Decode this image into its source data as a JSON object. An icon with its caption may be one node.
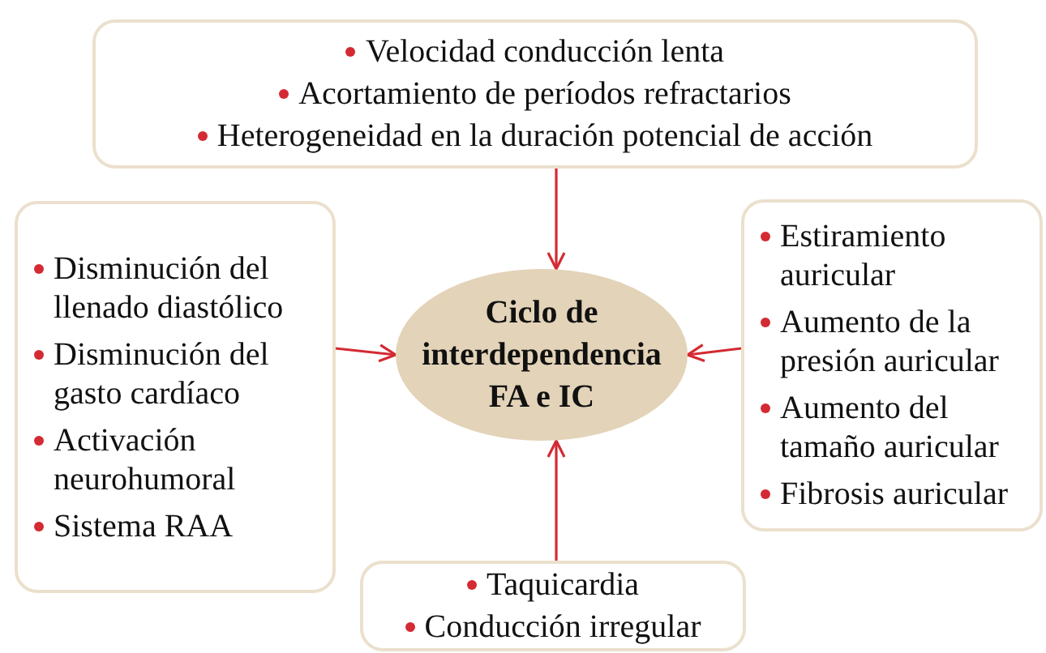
{
  "diagram": {
    "nodes": [
      {
        "text": [
          "Velocidad conducción lenta",
          "Acortamiento de períodos refractarios",
          "Heterogeneidad en la duración potencial de acción"
        ]
      },
      {
        "text": [
          "Disminución del llenado diastólico",
          "Disminución del gasto cardíaco",
          "Activación neurohumoral",
          "Sistema RAA"
        ]
      },
      {
        "text": [
          "Ciclo de interdependencia FA e IC"
        ]
      },
      {
        "text": [
          "Estiramiento auricular",
          "Aumento de la presión auricular",
          "Aumento del tamaño auricular",
          "Fibrosis auricular"
        ]
      },
      {
        "text": [
          "Taquicardia",
          "Conducción irregular"
        ]
      }
    ],
    "edges": [
      {
        "from": 0,
        "to": 2,
        "arrow": "to"
      },
      {
        "from": 1,
        "to": 2,
        "arrow": "to"
      },
      {
        "from": 3,
        "to": 2,
        "arrow": "to"
      },
      {
        "from": 4,
        "to": 2,
        "arrow": "to"
      }
    ]
  }
}
